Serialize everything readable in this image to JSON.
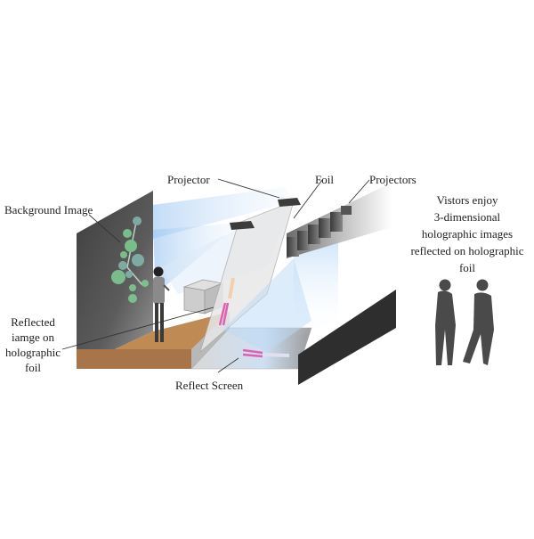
{
  "labels": {
    "background_image": "Background Image",
    "projector": "Projector",
    "foil": "Foil",
    "projectors": "Projectors",
    "reflected_image": [
      "Reflected",
      "iamge on",
      "holographic",
      "foil"
    ],
    "reflect_screen": "Reflect Screen",
    "visitors": [
      "Vistors enjoy",
      "3-dimensional",
      "holographic images",
      "reflected on holographic",
      "foil"
    ]
  },
  "colors": {
    "wall": "#5a5a5a",
    "floor": "#c08a55",
    "floor_front": "#a8754a",
    "beam": "#bcd9f5",
    "screen_black": "#2e2e2e",
    "silhouette": "#4a4a4a",
    "hologram_pink": "#e060b0",
    "bg_image_green": "#7fcf94"
  }
}
